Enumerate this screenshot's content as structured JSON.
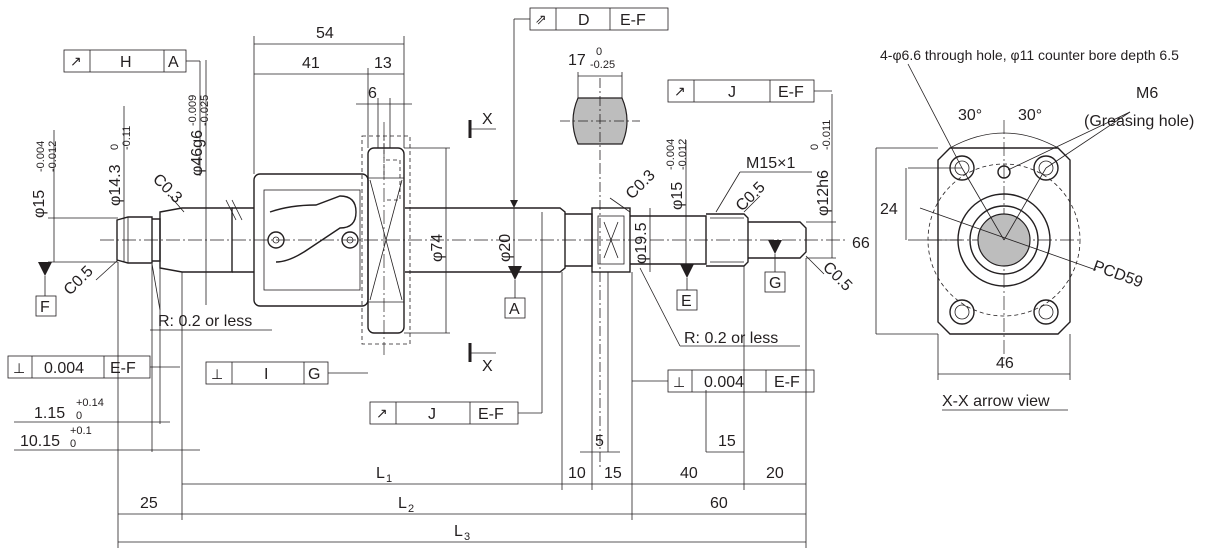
{
  "gdt": {
    "h_frame": {
      "sym": "↗",
      "tol": "H",
      "datum": "A"
    },
    "d_frame": {
      "sym": "⇗",
      "tol": "D",
      "datum": "E-F"
    },
    "j_top": {
      "sym": "↗",
      "tol": "J",
      "datum": "E-F"
    },
    "j_bottom": {
      "sym": "↗",
      "tol": "J",
      "datum": "E-F"
    },
    "perp_left": {
      "sym": "⊥",
      "tol": "0.004",
      "datum": "E-F"
    },
    "perp_i": {
      "sym": "⊥",
      "tol": "I",
      "datum": "G"
    },
    "perp_right": {
      "sym": "⊥",
      "tol": "0.004",
      "datum": "E-F"
    }
  },
  "datums": {
    "a": "A",
    "e": "E",
    "f": "F",
    "g": "G"
  },
  "section": {
    "x_top": "X",
    "x_bottom": "X",
    "d17": "17",
    "d17_up": "0",
    "d17_lo": "-0.25"
  },
  "dims": {
    "d54": "54",
    "d41": "41",
    "d13": "13",
    "d6": "6",
    "phi15_left": "φ15",
    "phi15_left_up": "-0.004",
    "phi15_left_lo": "-0.012",
    "phi143": "φ14.3",
    "phi143_up": "0",
    "phi143_lo": "-0.11",
    "phi46": "φ46g6",
    "phi46_up": "-0.009",
    "phi46_lo": "-0.025",
    "c03_left": "C0.3",
    "c05_left": "C0.5",
    "phi74": "φ74",
    "phi20": "φ20",
    "c03_right": "C0.3",
    "phi195": "φ19.5",
    "phi15_right": "φ15",
    "phi15_right_up": "-0.004",
    "phi15_right_lo": "-0.012",
    "m15": "M15×1",
    "c05_mid": "C0.5",
    "phi12": "φ12h6",
    "phi12_up": "0",
    "phi12_lo": "-0.011",
    "c05_right": "C0.5",
    "r_left": "R: 0.2 or less",
    "r_right": "R: 0.2 or less",
    "d115": "1.15",
    "d115_up": "+0.14",
    "d115_lo": "0",
    "d1015": "10.15",
    "d1015_up": "+0.1",
    "d1015_lo": "0",
    "d5": "5",
    "d15a": "15",
    "d15b": "15",
    "d10": "10",
    "d40": "40",
    "d20": "20",
    "d25": "25",
    "d60": "60",
    "l1": "L",
    "l1_sub": "1",
    "l2": "L",
    "l2_sub": "2",
    "l3": "L",
    "l3_sub": "3"
  },
  "flange": {
    "holes_note": "4-φ6.6 through hole, φ11 counter bore depth 6.5",
    "m6": "M6",
    "greasing": "(Greasing hole)",
    "a30a": "30°",
    "a30b": "30°",
    "d24": "24",
    "d66": "66",
    "d46": "46",
    "pcd": "PCD59",
    "view_label": "X-X arrow view"
  }
}
